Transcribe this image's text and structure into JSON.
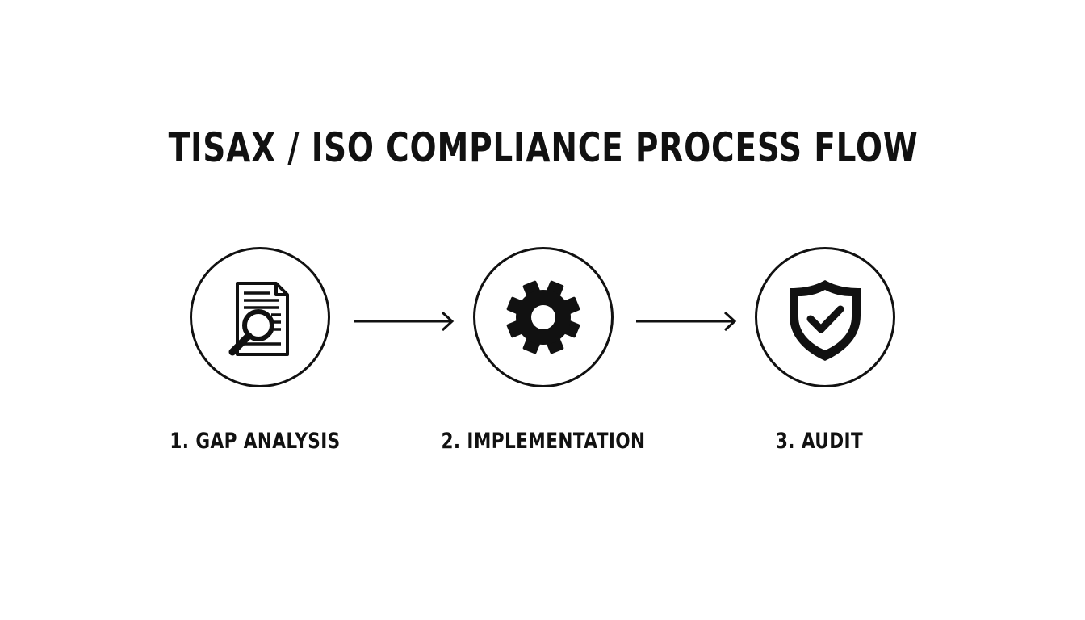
{
  "title": "TISAX / ISO COMPLIANCE PROCESS FLOW",
  "steps": [
    {
      "label": "1. GAP ANALYSIS",
      "icon": "document-magnifier-icon"
    },
    {
      "label": "2. IMPLEMENTATION",
      "icon": "gear-icon"
    },
    {
      "label": "3. AUDIT",
      "icon": "shield-check-icon"
    }
  ],
  "colors": {
    "foreground": "#111111",
    "background": "#ffffff"
  }
}
